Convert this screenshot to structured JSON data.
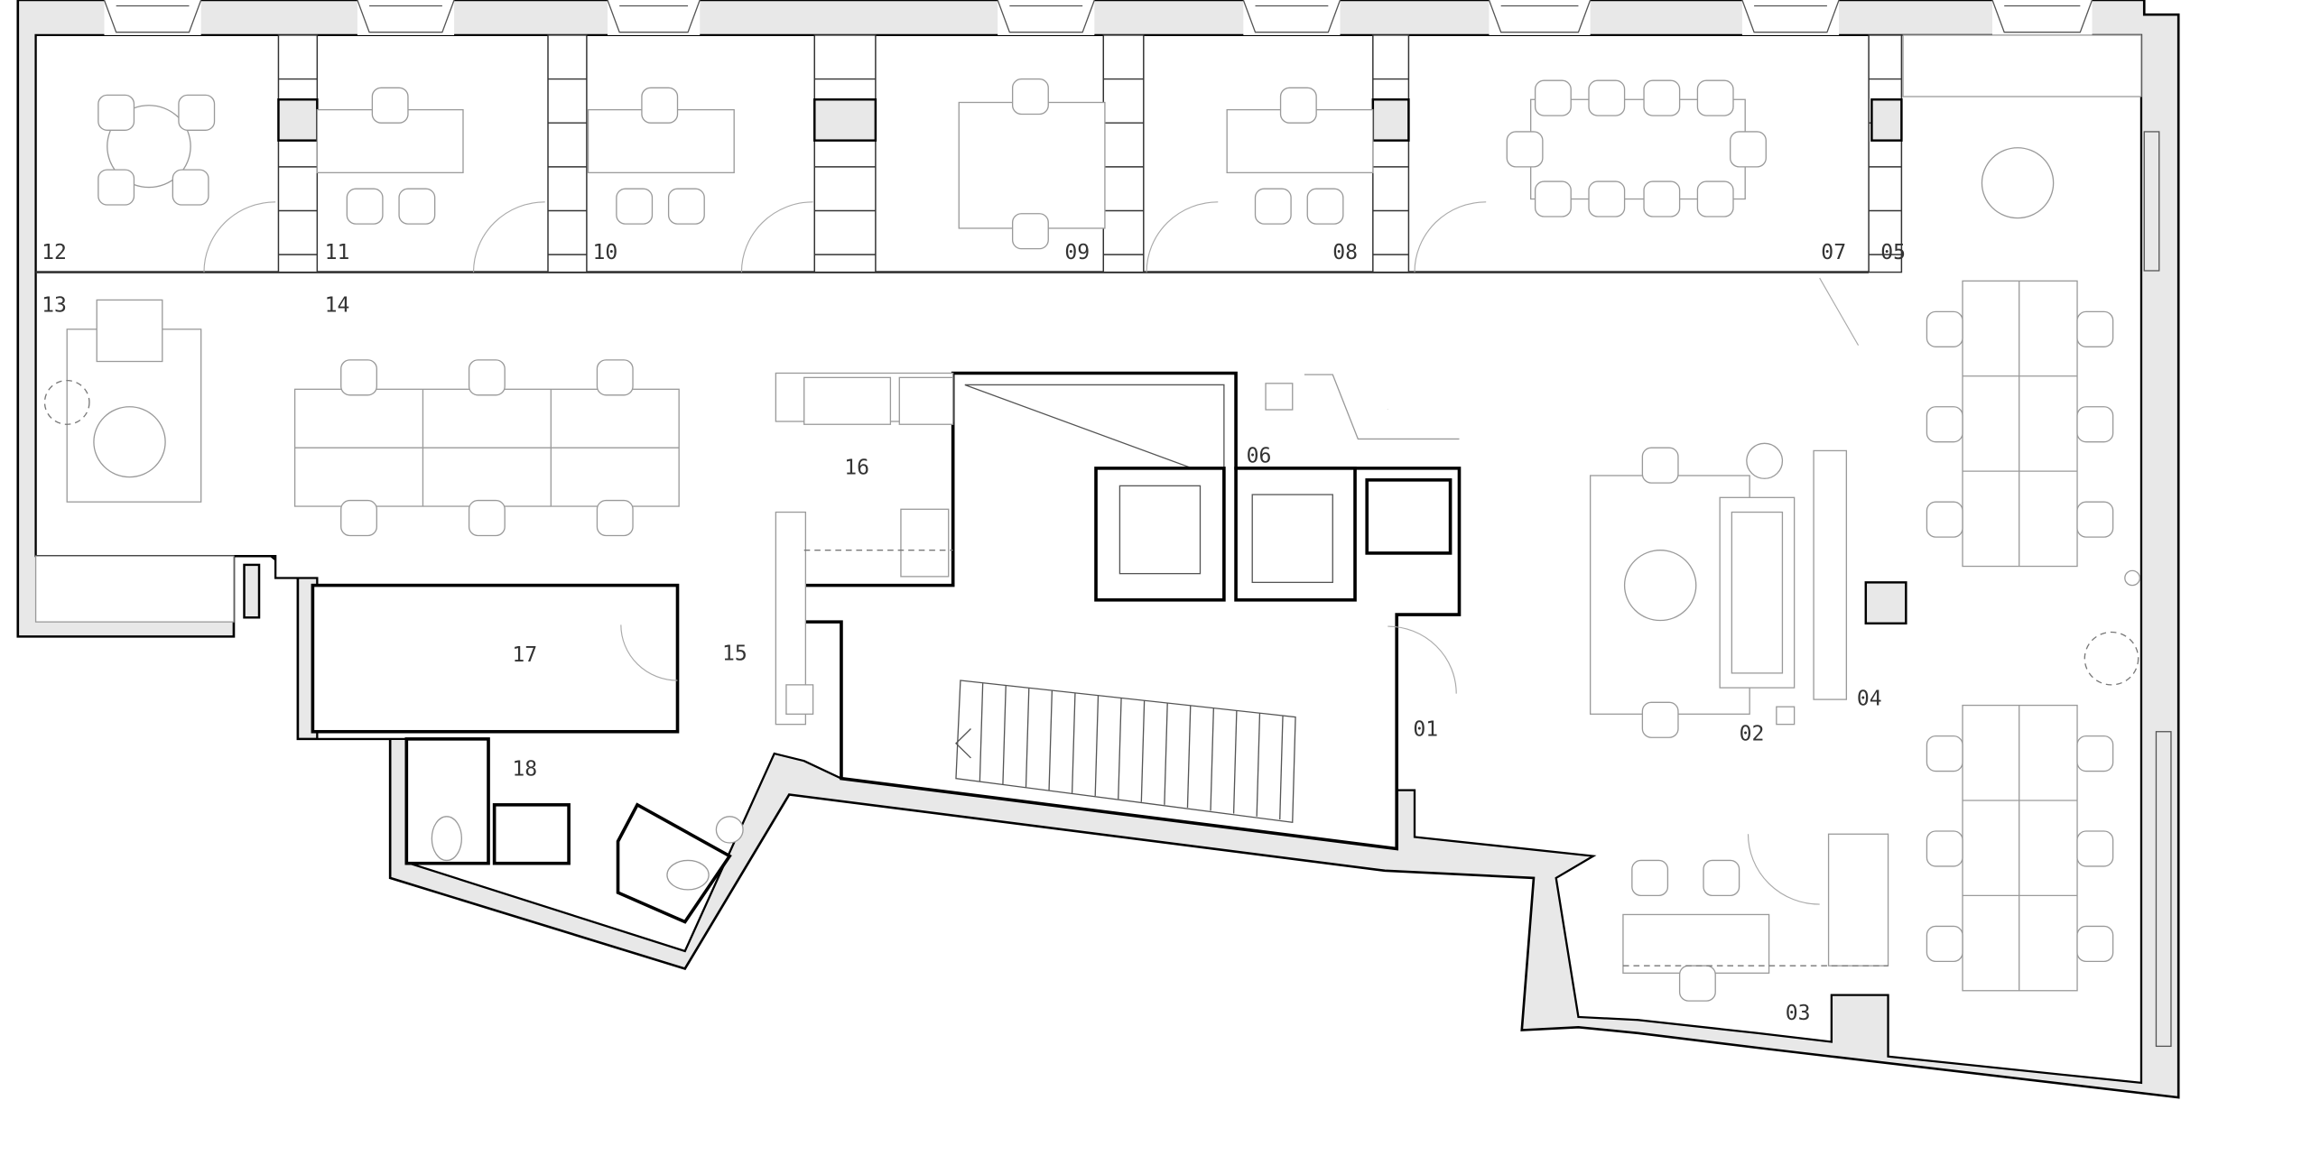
{
  "floor_plan": {
    "rooms": [
      {
        "id": "01"
      },
      {
        "id": "02"
      },
      {
        "id": "03"
      },
      {
        "id": "04"
      },
      {
        "id": "05"
      },
      {
        "id": "06"
      },
      {
        "id": "07"
      },
      {
        "id": "08"
      },
      {
        "id": "09"
      },
      {
        "id": "10"
      },
      {
        "id": "11"
      },
      {
        "id": "12"
      },
      {
        "id": "13"
      },
      {
        "id": "14"
      },
      {
        "id": "15"
      },
      {
        "id": "16"
      },
      {
        "id": "17"
      },
      {
        "id": "18"
      }
    ],
    "colors": {
      "wall_fill": "#e8e8e8",
      "wall_line": "#000000",
      "furniture_line": "#9a9a9a"
    }
  }
}
